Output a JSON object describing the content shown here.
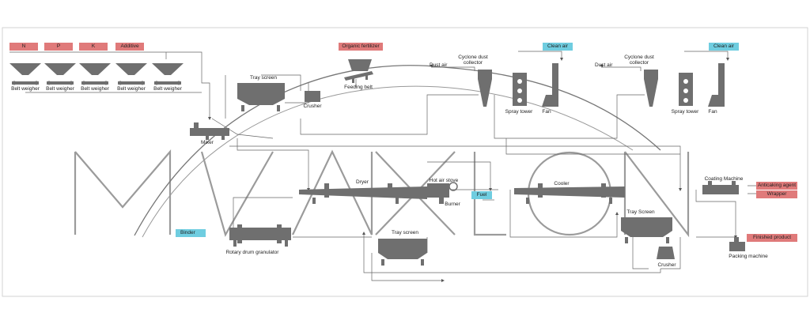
{
  "colors": {
    "red_tag": "#e07a7a",
    "blue_tag": "#6fcde0",
    "equipment": "#6f6f6f",
    "pipe": "#666666"
  },
  "inputs": {
    "n": "N",
    "p": "P",
    "k": "K",
    "additive": "Additive"
  },
  "labels": {
    "belt_weigher": "Belt weigher",
    "tray_screen_top": "Tray screen",
    "crusher_top": "Crusher",
    "organic_fertilizer": "Organic fertilizer",
    "feeding_belt": "Feeding belt",
    "mixer": "Mixer",
    "dust_air_1": "Dust air",
    "dust_air_2": "Dust air",
    "cyclone_1": "Cyclone dust\ncollector",
    "cyclone_2": "Cyclone dust\ncollector",
    "clean_air_1": "Clean air",
    "clean_air_2": "Clean air",
    "spray_tower_1": "Spray tower",
    "spray_tower_2": "Spray tower",
    "fan_1": "Fan",
    "fan_2": "Fan",
    "dryer": "Dryer",
    "hot_air_stove": "Hot air stove",
    "burner": "Burner",
    "fuel": "Fuel",
    "cooler": "Cooler",
    "coating_machine": "Coating Machine",
    "anticaking_agent": "Anticaking agent",
    "wrapper": "Wrapper",
    "tray_screen_right": "Tray Screen",
    "finished_product": "Finished product",
    "packing_machine": "Packing machine",
    "crusher_bottom": "Crusher",
    "binder": "Binder",
    "rotary_drum_granulator": "Rotary drum granulator",
    "tray_screen_bottom": "Tray screen"
  }
}
